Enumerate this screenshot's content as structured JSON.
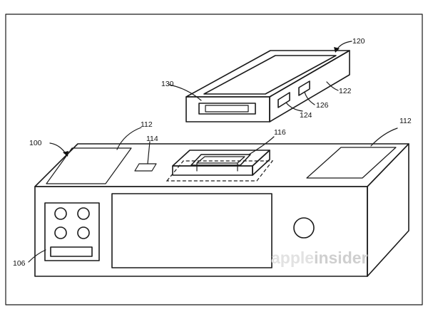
{
  "figure": {
    "reference_labels": {
      "dock": "100",
      "panel_left": "112",
      "panel_right": "112",
      "slot": "114",
      "connector": "116",
      "device": "120",
      "device_side": "122",
      "port_a": "124",
      "port_b": "126",
      "device_connector": "130",
      "button_panel": "106"
    },
    "watermark": {
      "brand_part1": "apple",
      "brand_part2": "insider"
    }
  }
}
